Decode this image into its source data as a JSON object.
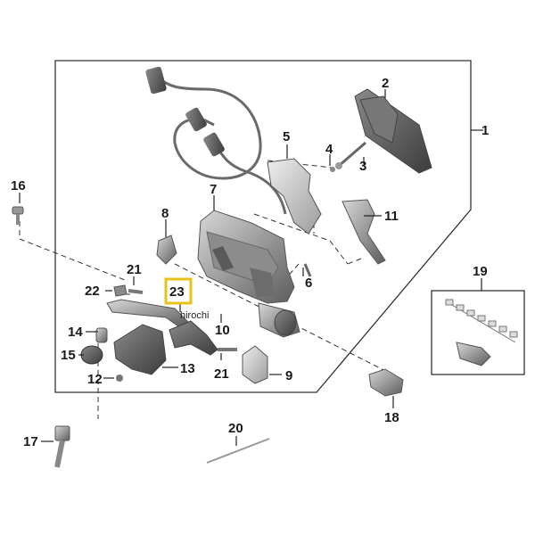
{
  "labels": {
    "n1": "1",
    "n2": "2",
    "n3": "3",
    "n4": "4",
    "n5": "5",
    "n6": "6",
    "n7": "7",
    "n8": "8",
    "n9": "9",
    "n10": "10",
    "n11": "11",
    "n12": "12",
    "n13": "13",
    "n14": "14",
    "n15": "15",
    "n16": "16",
    "n17": "17",
    "n18": "18",
    "n19": "19",
    "n20": "20",
    "n21a": "21",
    "n21b": "21",
    "n22": "22",
    "n23": "23"
  },
  "watermark": "hirochi",
  "colors": {
    "highlight": "#e8c21a",
    "part_dark": "#5a5a5a",
    "part_mid": "#8a8a8a",
    "part_light": "#bdbdbd",
    "line": "#222222"
  }
}
